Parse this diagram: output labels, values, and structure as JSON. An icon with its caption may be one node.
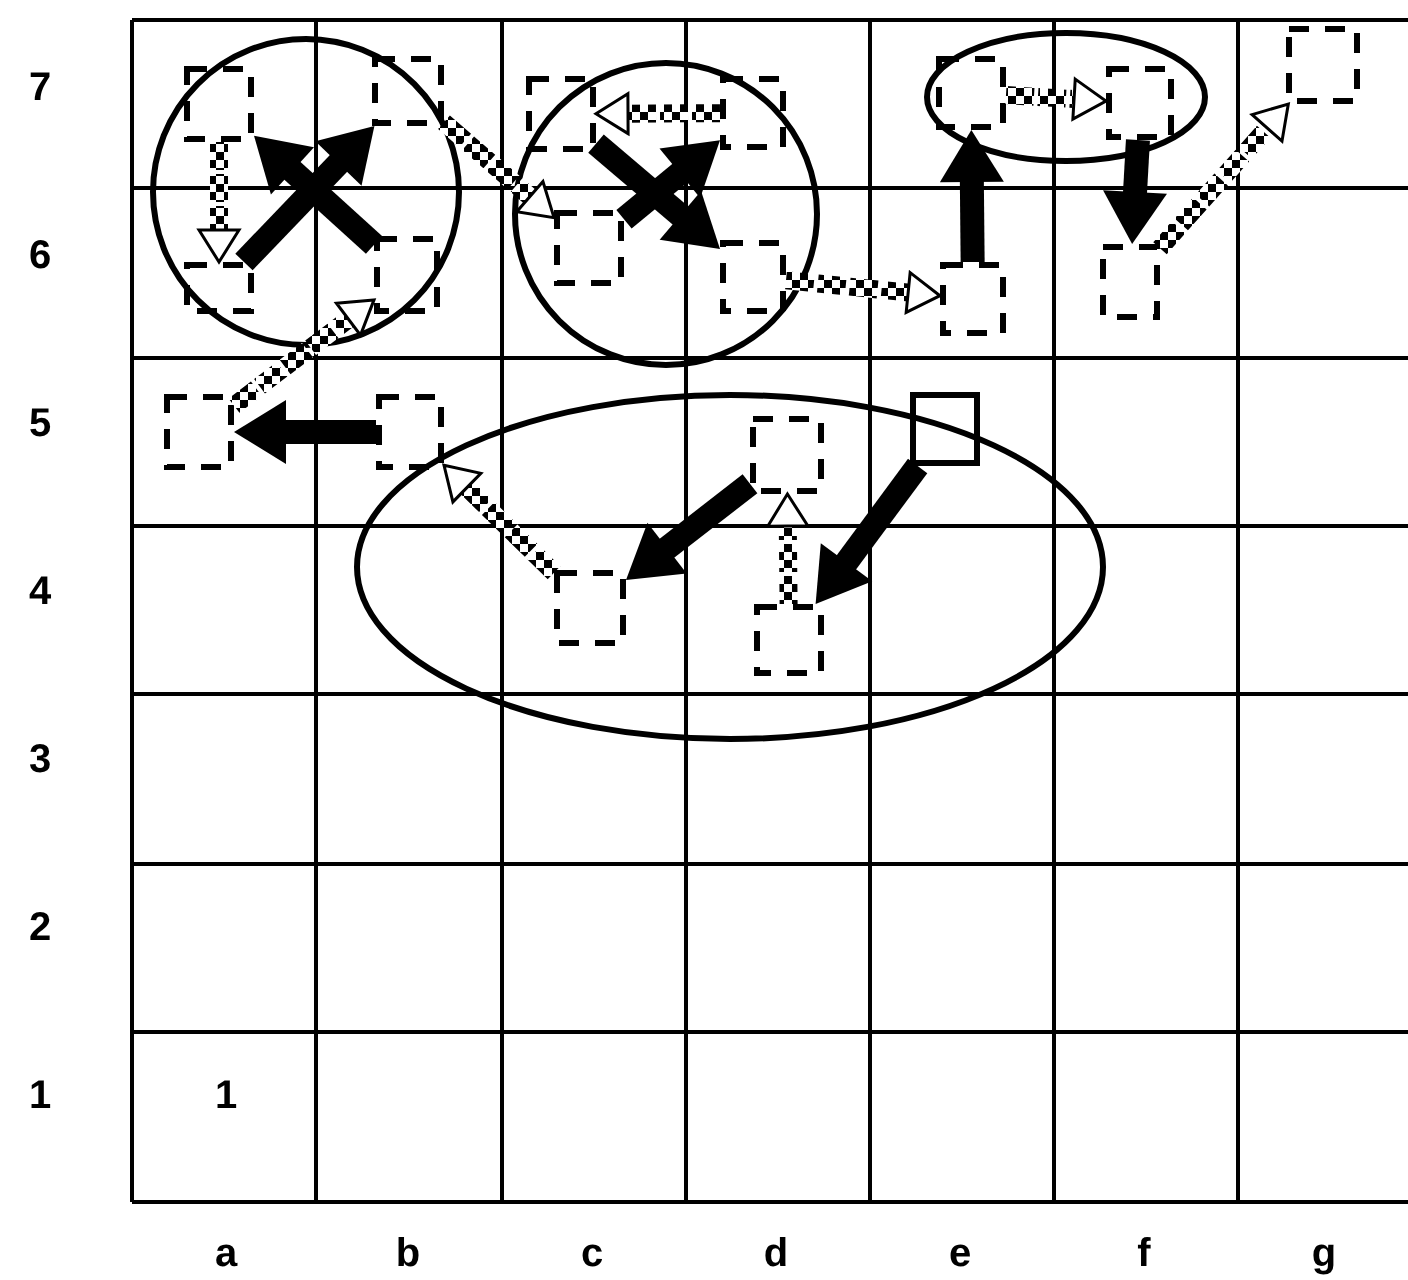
{
  "diagram": {
    "nodes": [
      {
        "text": [],
        "shape": "circle"
      },
      {
        "text": [],
        "shape": "box",
        "in": 0
      },
      {
        "text": [],
        "shape": "box",
        "in": 0
      },
      {
        "text": [],
        "shape": "circle"
      },
      {
        "text": [],
        "shape": "box",
        "in": 3
      },
      {
        "text": [],
        "shape": "box",
        "in": 3
      },
      {
        "text": [],
        "shape": "box",
        "in": 3
      },
      {
        "text": [],
        "shape": "ellipse"
      },
      {
        "text": [],
        "shape": "box",
        "in": 7
      },
      {
        "text": [],
        "shape": "box",
        "in": 7
      },
      {
        "text": [],
        "shape": "box"
      },
      {
        "text": [],
        "shape": "box",
        "in": 0
      },
      {
        "text": [],
        "shape": "box",
        "in": 0
      },
      {
        "text": [],
        "shape": "box",
        "in": 3
      },
      {
        "text": [],
        "shape": "box"
      },
      {
        "text": [],
        "shape": "box"
      },
      {
        "text": [],
        "shape": "box"
      },
      {
        "text": [],
        "shape": "box"
      },
      {
        "text": [],
        "shape": "square",
        "in": 19
      },
      {
        "text": [],
        "shape": "ellipse"
      },
      {
        "text": [],
        "shape": "box",
        "in": 19
      },
      {
        "text": [],
        "shape": "box",
        "in": 19
      },
      {
        "text": [],
        "shape": "box",
        "in": 19
      }
    ],
    "edges": [
      {
        "from": 1,
        "to": 11,
        "arrow": "to",
        "style": "dashed"
      },
      {
        "from": 12,
        "to": 1,
        "arrow": "to"
      },
      {
        "from": 11,
        "to": 2,
        "arrow": "to"
      },
      {
        "from": 2,
        "to": 6,
        "arrow": "to",
        "style": "dashed"
      },
      {
        "from": 16,
        "to": 12,
        "arrow": "to",
        "style": "dashed"
      },
      {
        "from": 17,
        "to": 16,
        "arrow": "to"
      },
      {
        "from": 5,
        "to": 4,
        "arrow": "to",
        "style": "dashed"
      },
      {
        "from": 6,
        "to": 5,
        "arrow": "to"
      },
      {
        "from": 4,
        "to": 13,
        "arrow": "to"
      },
      {
        "from": 13,
        "to": 14,
        "arrow": "to",
        "style": "dashed"
      },
      {
        "from": 14,
        "to": 8,
        "arrow": "to"
      },
      {
        "from": 8,
        "to": 9,
        "arrow": "to",
        "style": "dashed"
      },
      {
        "from": 9,
        "to": 15,
        "arrow": "to"
      },
      {
        "from": 15,
        "to": 10,
        "arrow": "to",
        "style": "dashed"
      },
      {
        "from": 21,
        "to": 17,
        "arrow": "to",
        "style": "dashed"
      },
      {
        "from": 20,
        "to": 21,
        "arrow": "to"
      },
      {
        "from": 22,
        "to": 20,
        "arrow": "to",
        "style": "dashed"
      },
      {
        "from": 18,
        "to": 22,
        "arrow": "to"
      }
    ],
    "labels": [
      "7",
      "6",
      "5",
      "4",
      "3",
      "2",
      "1",
      "1",
      "a",
      "b",
      "c",
      "d",
      "e",
      "f",
      "g"
    ]
  }
}
